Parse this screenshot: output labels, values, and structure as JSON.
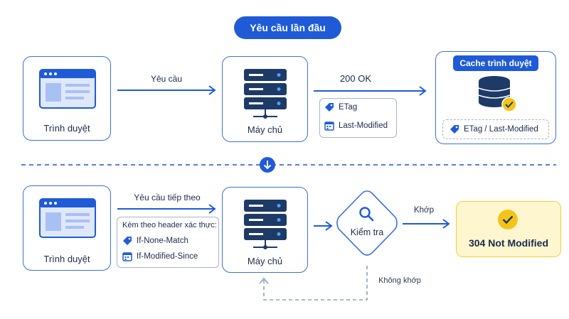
{
  "top_badge": "Yêu cầu lần đầu",
  "row1": {
    "browser_label": "Trình duyệt",
    "request_label": "Yêu cầu",
    "server_label": "Máy chủ",
    "response_label": "200 OK",
    "headers": [
      "ETag",
      "Last-Modified"
    ],
    "cache_title": "Cache trình duyệt",
    "cache_entry": "ETag / Last-Modified"
  },
  "row2": {
    "browser_label": "Trình duyệt",
    "request_label": "Yêu cầu tiếp theo",
    "note_title": "Kèm theo header xác thực:",
    "headers": [
      "If-None-Match",
      "If-Modified-Since"
    ],
    "server_label": "Máy chủ",
    "check_label": "Kiểm tra",
    "match_label": "Khớp",
    "no_match_label": "Không khớp",
    "result_label": "304 Not Modified"
  },
  "colors": {
    "primary": "#1f5bd6",
    "border": "#3f6fd1",
    "navy": "#1e3a66",
    "result_bg": "#fdf6cf",
    "result_border": "#f2cf3c",
    "check_yellow": "#f4c518"
  },
  "icons": [
    "browser-window-icon",
    "server-icon",
    "tag-icon",
    "calendar-icon",
    "database-icon",
    "check-icon",
    "search-icon",
    "arrow-down-icon"
  ]
}
